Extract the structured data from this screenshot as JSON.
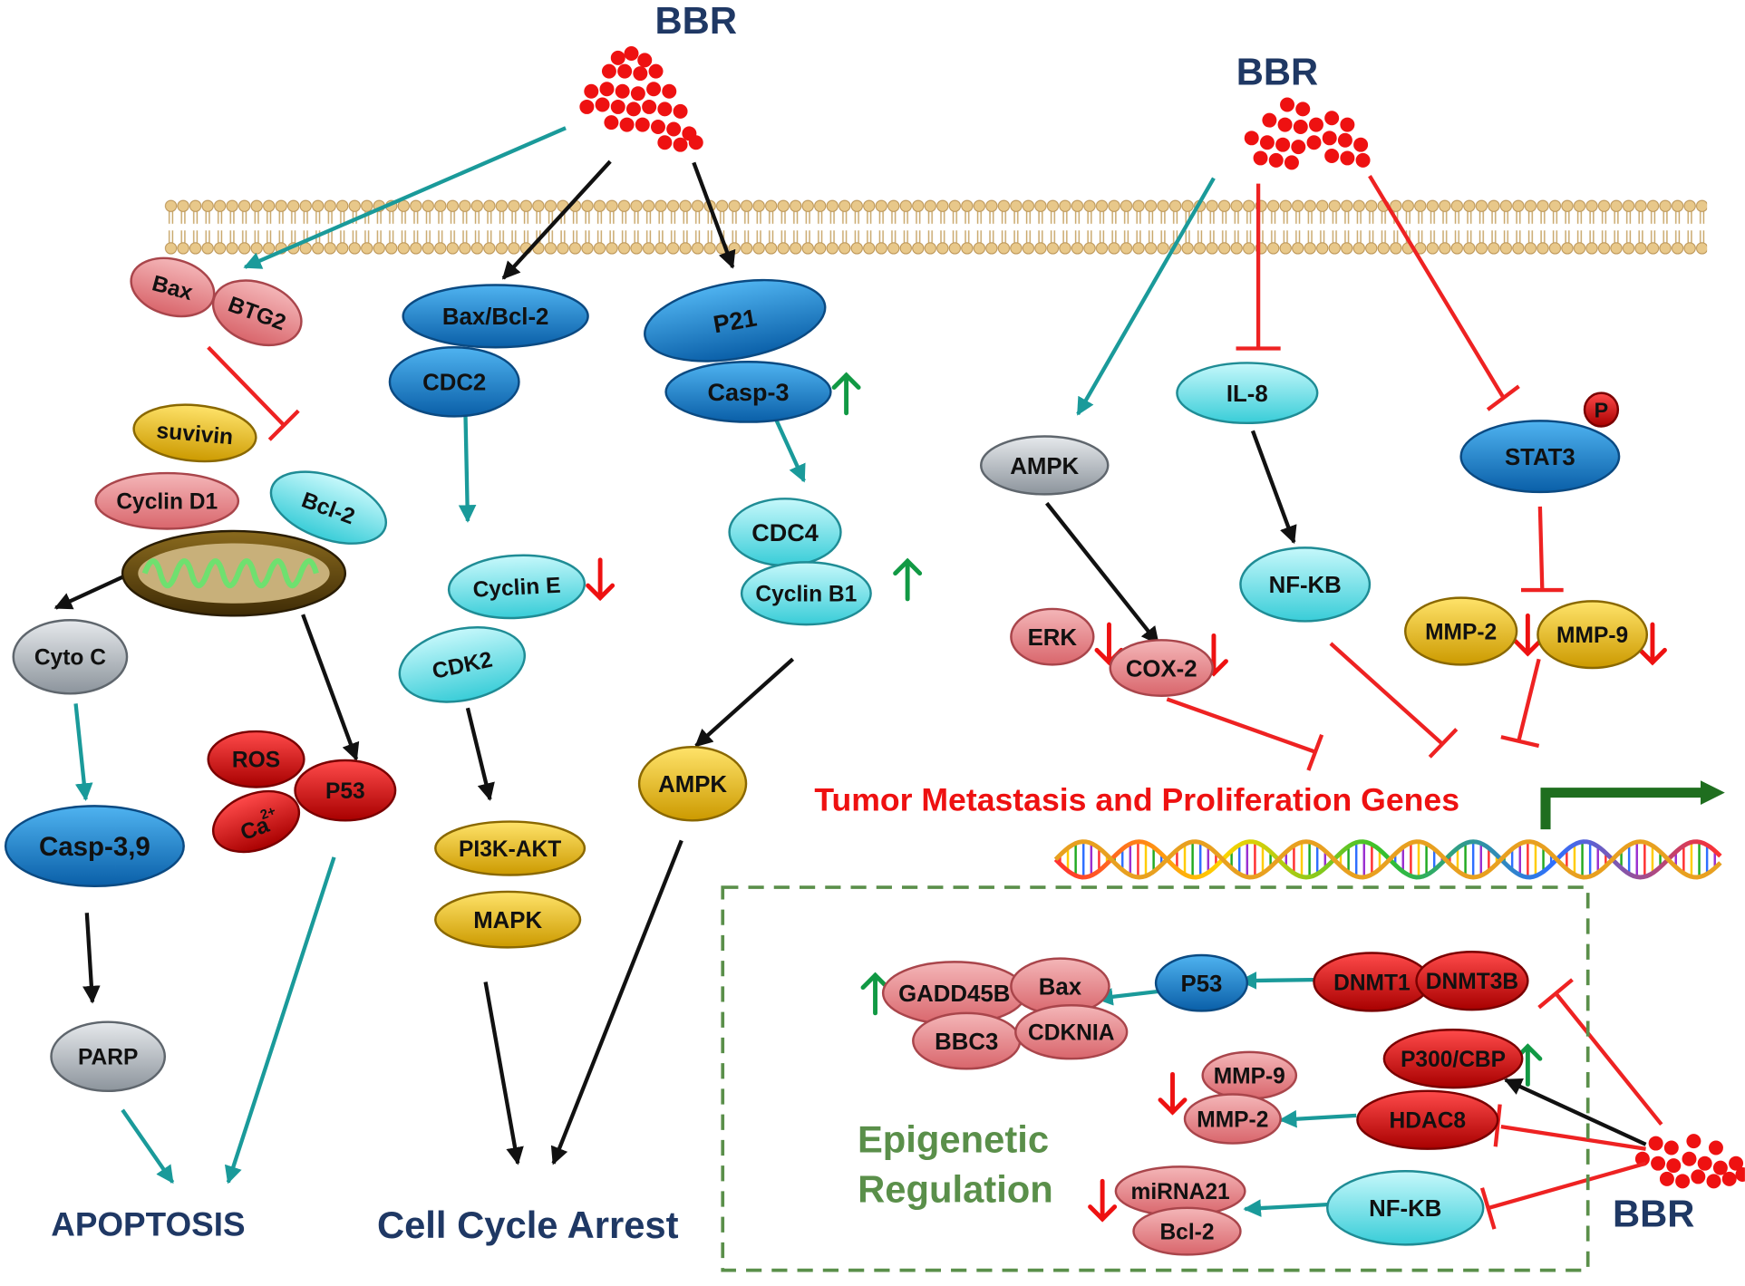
{
  "drug": {
    "top_left": "BBR",
    "top_right": "BBR",
    "bottom_right": "BBR"
  },
  "outcomes": {
    "apoptosis": "APOPTOSIS",
    "cell_cycle_arrest": "Cell Cycle Arrest",
    "tumor_genes": "Tumor Metastasis and Proliferation  Genes",
    "epigenetic_line1": "Epigenetic",
    "epigenetic_line2": "Regulation"
  },
  "apoptosis_pathway": {
    "bax": "Bax",
    "btg2": "BTG2",
    "suvivin": "suvivin",
    "cyclin_d1": "Cyclin D1",
    "bcl2": "Bcl-2",
    "cyto_c": "Cyto C",
    "casp39": "Casp-3,9",
    "parp": "PARP",
    "ros": "ROS",
    "p53": "P53",
    "ca_base": "Ca",
    "ca_sup": "2+"
  },
  "cell_cycle_pathway": {
    "bax_bcl2": "Bax/Bcl-2",
    "cdc2": "CDC2",
    "cyclin_e": "Cyclin E",
    "cdk2": "CDK2",
    "pi3k_akt": "PI3K-AKT",
    "mapk": "MAPK",
    "p21": "P21",
    "casp3": "Casp-3",
    "cdc4": "CDC4",
    "cyclin_b1": "Cyclin B1",
    "ampk": "AMPK"
  },
  "metastasis_pathway": {
    "ampk": "AMPK",
    "il8": "IL-8",
    "stat3": "STAT3",
    "phospho": "P",
    "nfkb": "NF-KB",
    "erk": "ERK",
    "cox2": "COX-2",
    "mmp2": "MMP-2",
    "mmp9": "MMP-9"
  },
  "epigenetic_pathway": {
    "gadd45b": "GADD45B",
    "bax": "Bax",
    "bbc3": "BBC3",
    "cdknia": "CDKNIA",
    "p53": "P53",
    "dnmt1": "DNMT1",
    "dnmt3b": "DNMT3B",
    "p300cbp": "P300/CBP",
    "mmp9": "MMP-9",
    "mmp2": "MMP-2",
    "hdac8": "HDAC8",
    "mirna21": "miRNA21",
    "bcl2": "Bcl-2",
    "nfkb": "NF-KB"
  },
  "colors": {
    "bbr_dot": "#ee1111",
    "teal": "#1a9a9a",
    "inhibit": "#ee2222",
    "activate": "#111111",
    "up_arrow": "#119944",
    "down_arrow": "#ee1111",
    "promoter_arrow": "#1f6e1f",
    "title_navy": "#1f3864",
    "epigenetic_green": "#5a8f4a",
    "pink": "#e8898d",
    "cyan": "#7fe8ef",
    "blue": "#1a86d2",
    "gold": "#e6b800",
    "gray": "#b5bcc4",
    "red": "#e01010"
  }
}
